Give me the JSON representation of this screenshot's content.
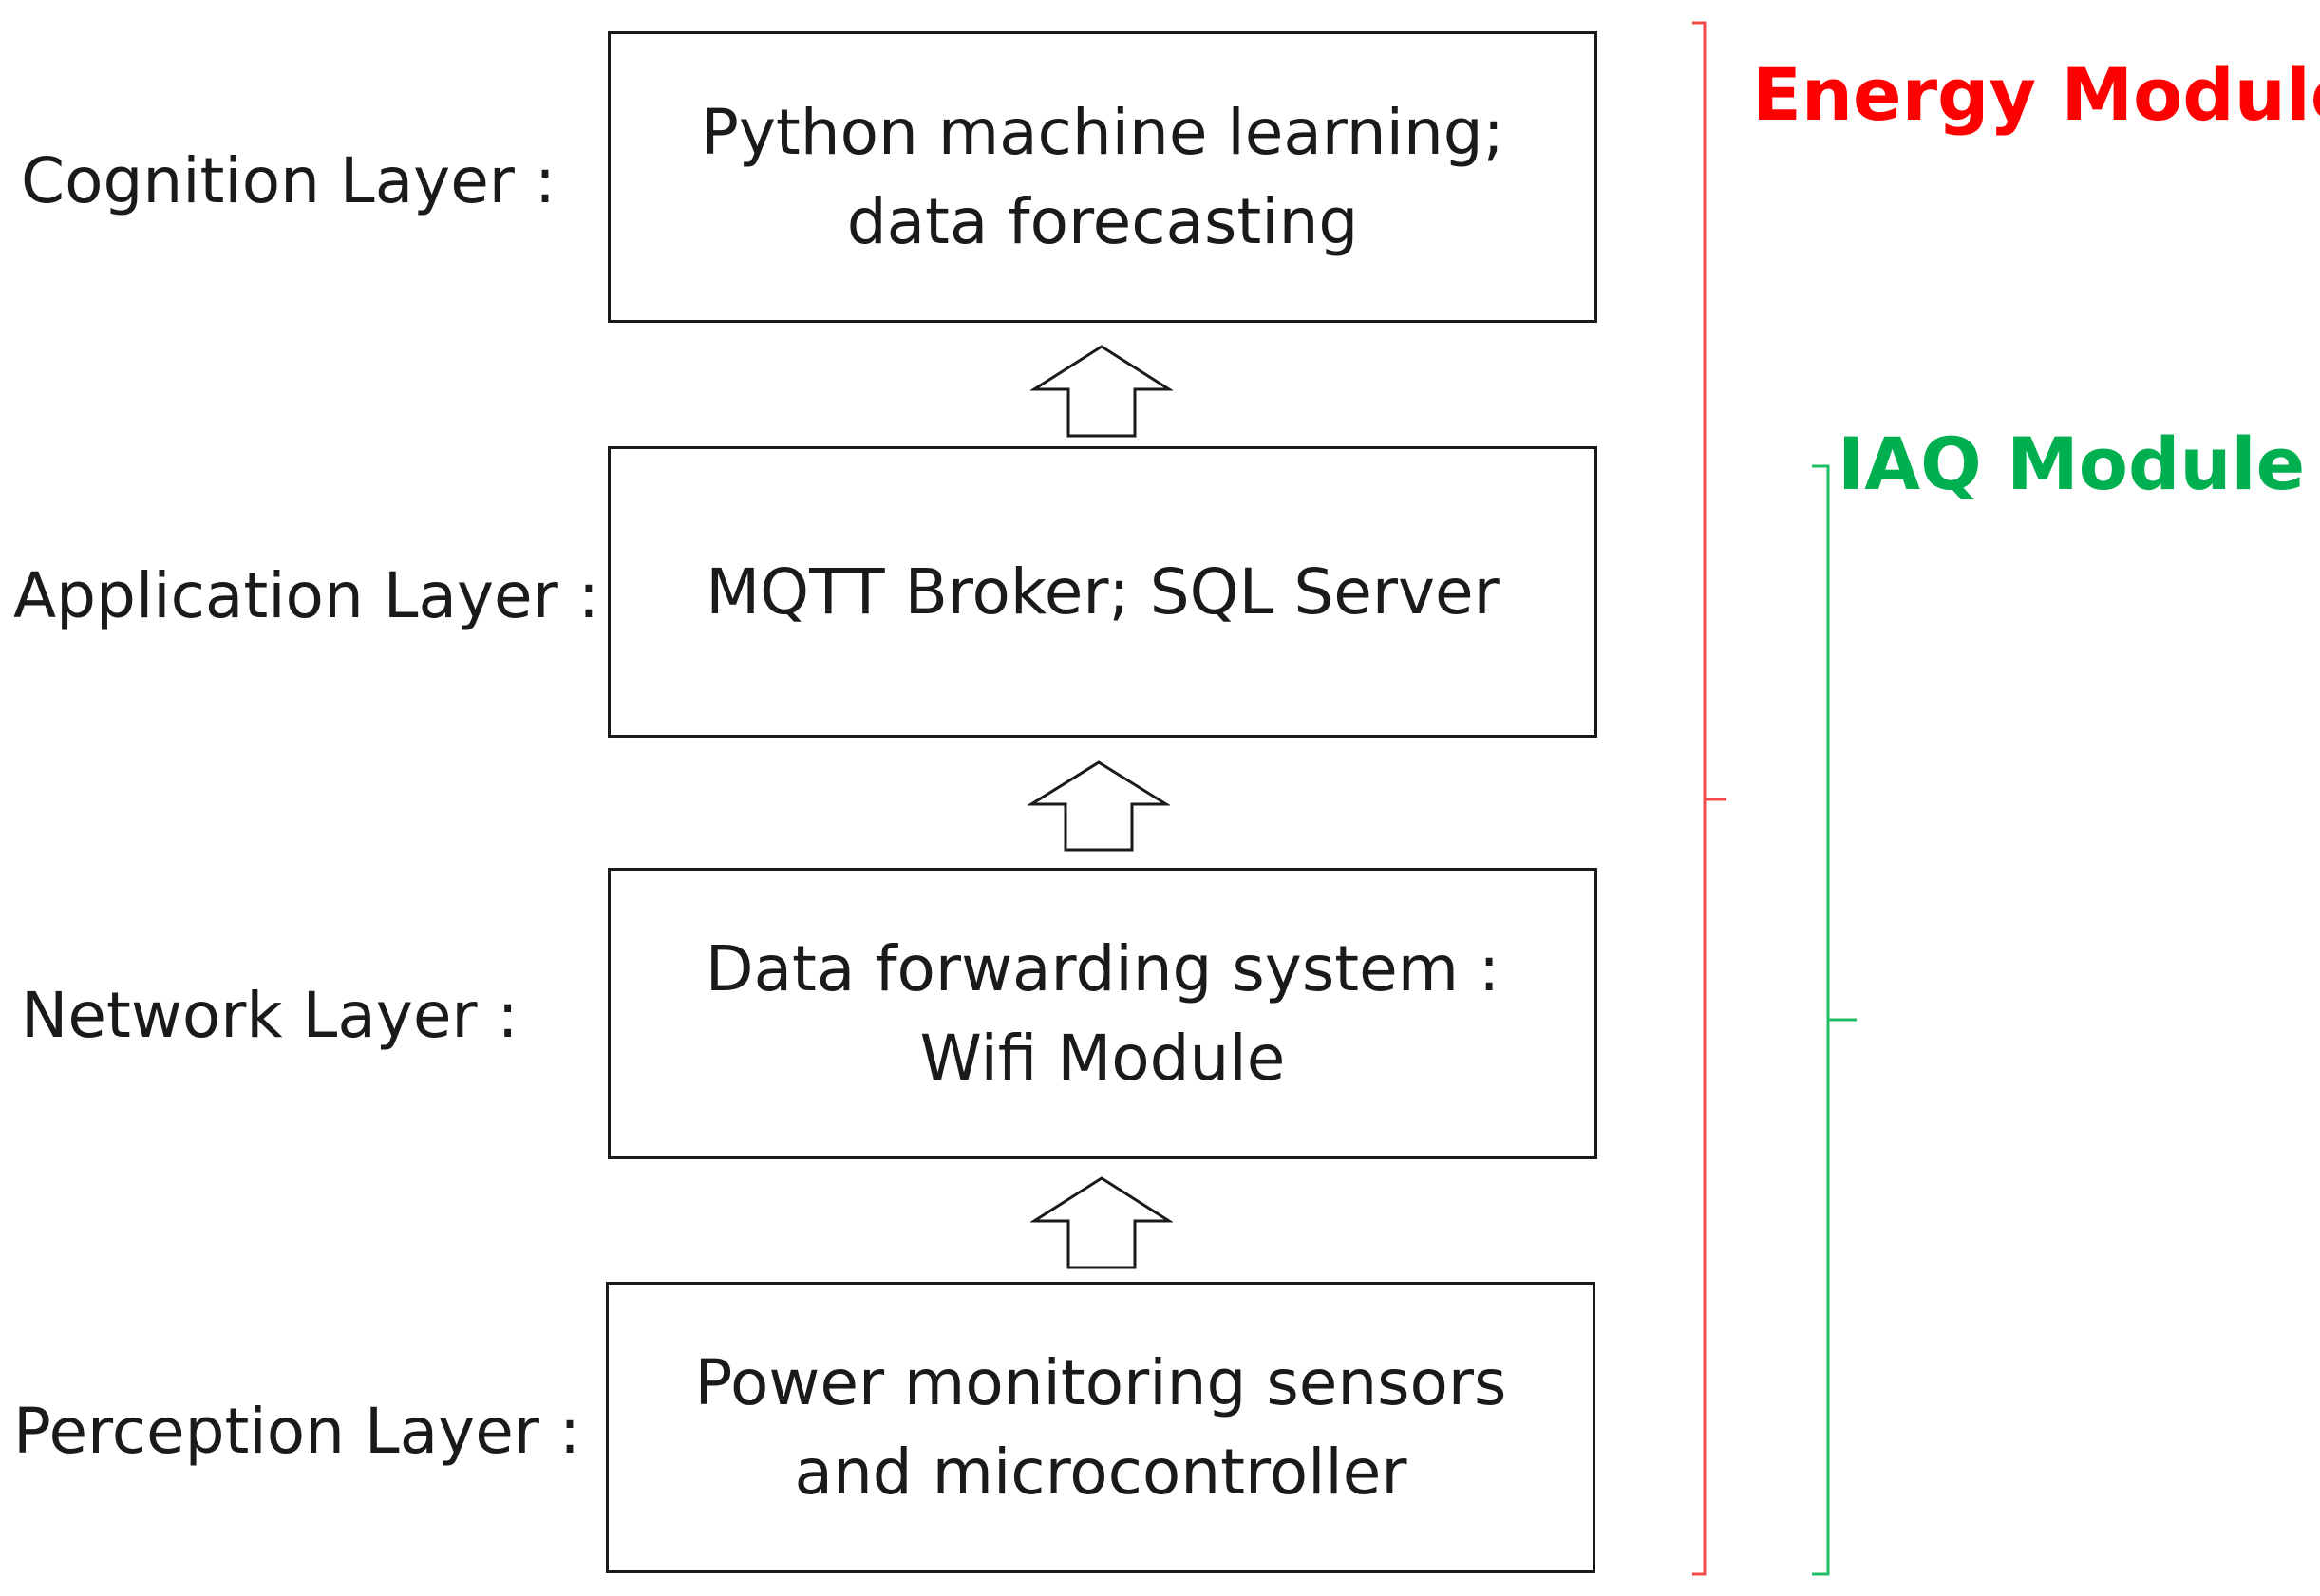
{
  "layers": [
    {
      "label": "Cognition Layer :",
      "box_text": "Python machine learning; data forecasting"
    },
    {
      "label": "Application Layer :",
      "box_text": "MQTT Broker; SQL Server"
    },
    {
      "label": "Network Layer :",
      "box_text": "Data forwarding system : Wifi Module"
    },
    {
      "label": "Perception Layer :",
      "box_text": "Power monitoring sensors and microcontroller"
    }
  ],
  "modules": {
    "energy": {
      "title": "Energy Module",
      "color": "#ff0000",
      "bracket_color": "#f04a4a"
    },
    "iaq": {
      "title": "IAQ Module",
      "color": "#00b050",
      "bracket_color": "#1fbf63"
    }
  }
}
